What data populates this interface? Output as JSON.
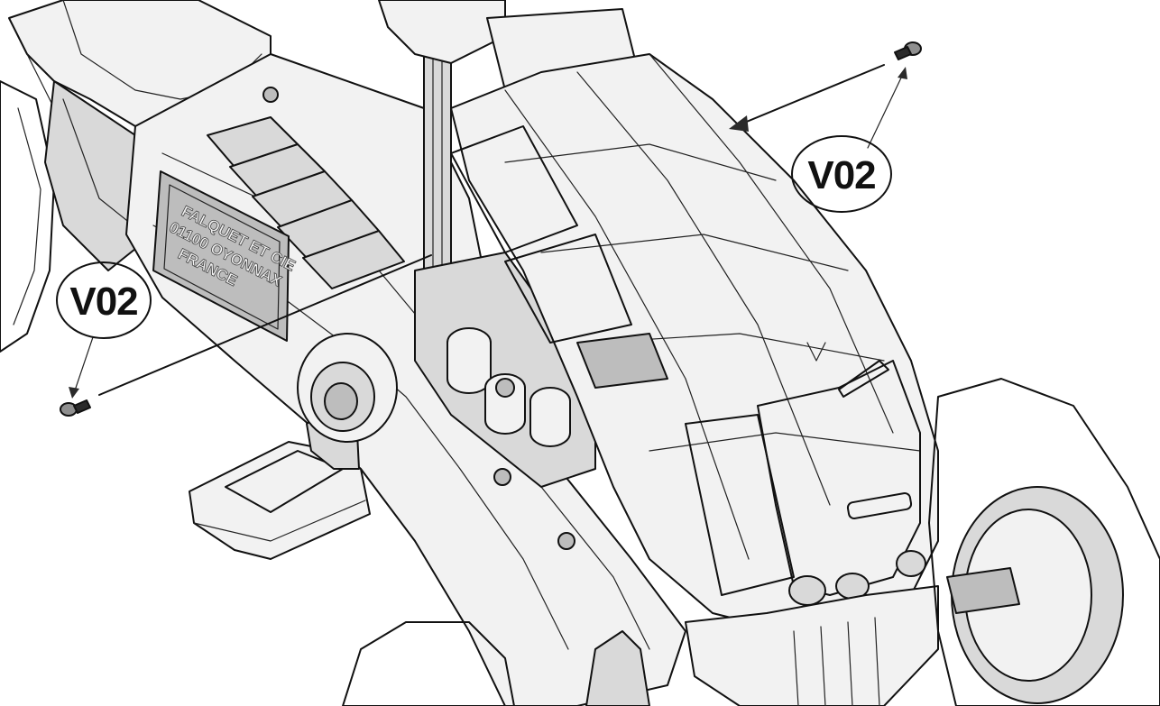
{
  "callouts": {
    "screw_right": {
      "label": "V02"
    },
    "screw_left": {
      "label": "V02"
    }
  },
  "nameplate": {
    "line1": "FALQUET ET CIE",
    "line2": "01100 OYONNAX",
    "line3": "FRANCE"
  },
  "colors": {
    "line": "#111111",
    "surface": "#f2f2f2",
    "shadow": "#bdbdbd"
  }
}
